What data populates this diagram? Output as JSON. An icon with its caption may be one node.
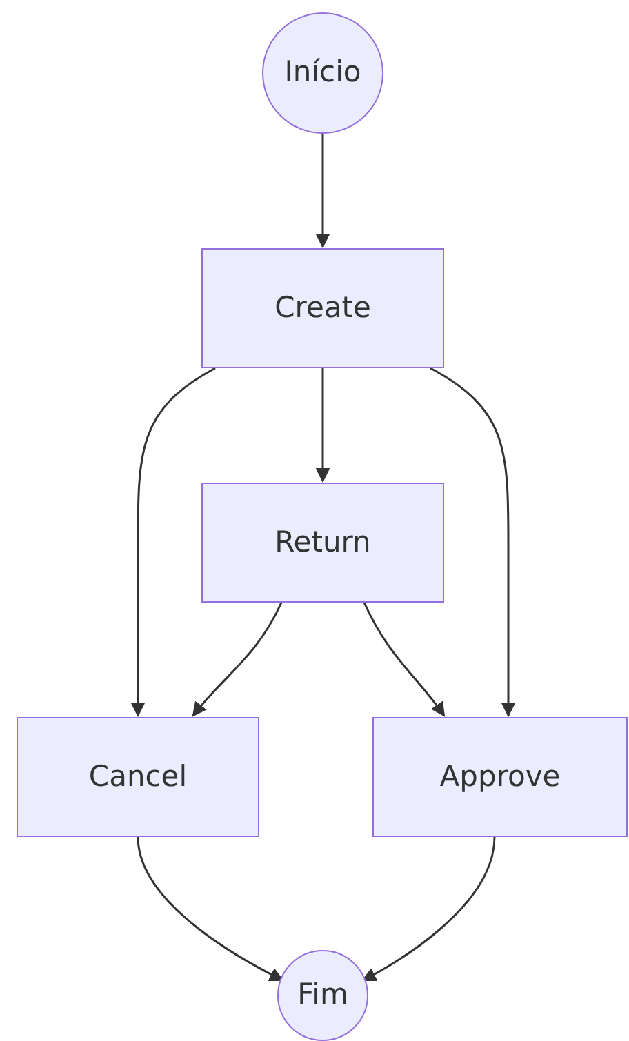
{
  "diagram": {
    "nodes": [
      {
        "text": [
          "Início"
        ]
      },
      {
        "text": [
          "Create"
        ]
      },
      {
        "text": [
          "Return"
        ]
      },
      {
        "text": [
          "Cancel"
        ]
      },
      {
        "text": [
          "Approve"
        ]
      },
      {
        "text": [
          "Fim"
        ]
      }
    ],
    "edges": [
      {
        "from": 0,
        "to": 1,
        "arrow": "to"
      },
      {
        "from": 1,
        "to": 3,
        "arrow": "to"
      },
      {
        "from": 1,
        "to": 2,
        "arrow": "to"
      },
      {
        "from": 1,
        "to": 4,
        "arrow": "to"
      },
      {
        "from": 2,
        "to": 3,
        "arrow": "to"
      },
      {
        "from": 2,
        "to": 4,
        "arrow": "to"
      },
      {
        "from": 3,
        "to": 5,
        "arrow": "to"
      },
      {
        "from": 4,
        "to": 5,
        "arrow": "to"
      }
    ]
  }
}
